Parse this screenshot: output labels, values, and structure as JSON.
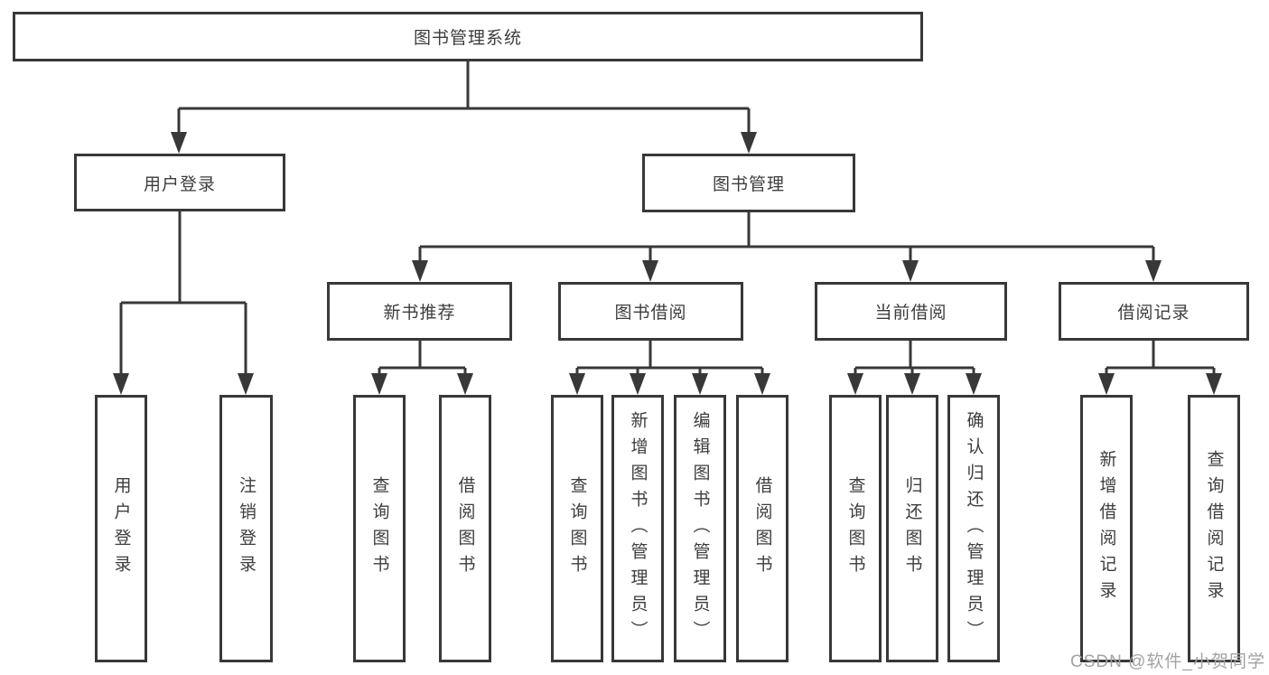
{
  "tree": {
    "label": "图书管理系统",
    "children": [
      {
        "label": "用户登录",
        "children": [
          {
            "label": "用户登录"
          },
          {
            "label": "注销登录"
          }
        ]
      },
      {
        "label": "图书管理",
        "children": [
          {
            "label": "新书推荐",
            "children": [
              {
                "label": "查询图书"
              },
              {
                "label": "借阅图书"
              }
            ]
          },
          {
            "label": "图书借阅",
            "children": [
              {
                "label": "查询图书"
              },
              {
                "label": "新增图书（管理员）"
              },
              {
                "label": "编辑图书（管理员）"
              },
              {
                "label": "借阅图书"
              }
            ]
          },
          {
            "label": "当前借阅",
            "children": [
              {
                "label": "查询图书"
              },
              {
                "label": "归还图书"
              },
              {
                "label": "确认归还（管理员）"
              }
            ]
          },
          {
            "label": "借阅记录",
            "children": [
              {
                "label": "新增借阅记录"
              },
              {
                "label": "查询借阅记录"
              }
            ]
          }
        ]
      }
    ]
  },
  "watermark": {
    "text": "CSDN @软件_小贺同学"
  },
  "colors": {
    "line": "#383838",
    "box_border": "#383838",
    "text": "#3d3d3d",
    "watermark": "#a3a3a3",
    "background": "#ffffff"
  }
}
